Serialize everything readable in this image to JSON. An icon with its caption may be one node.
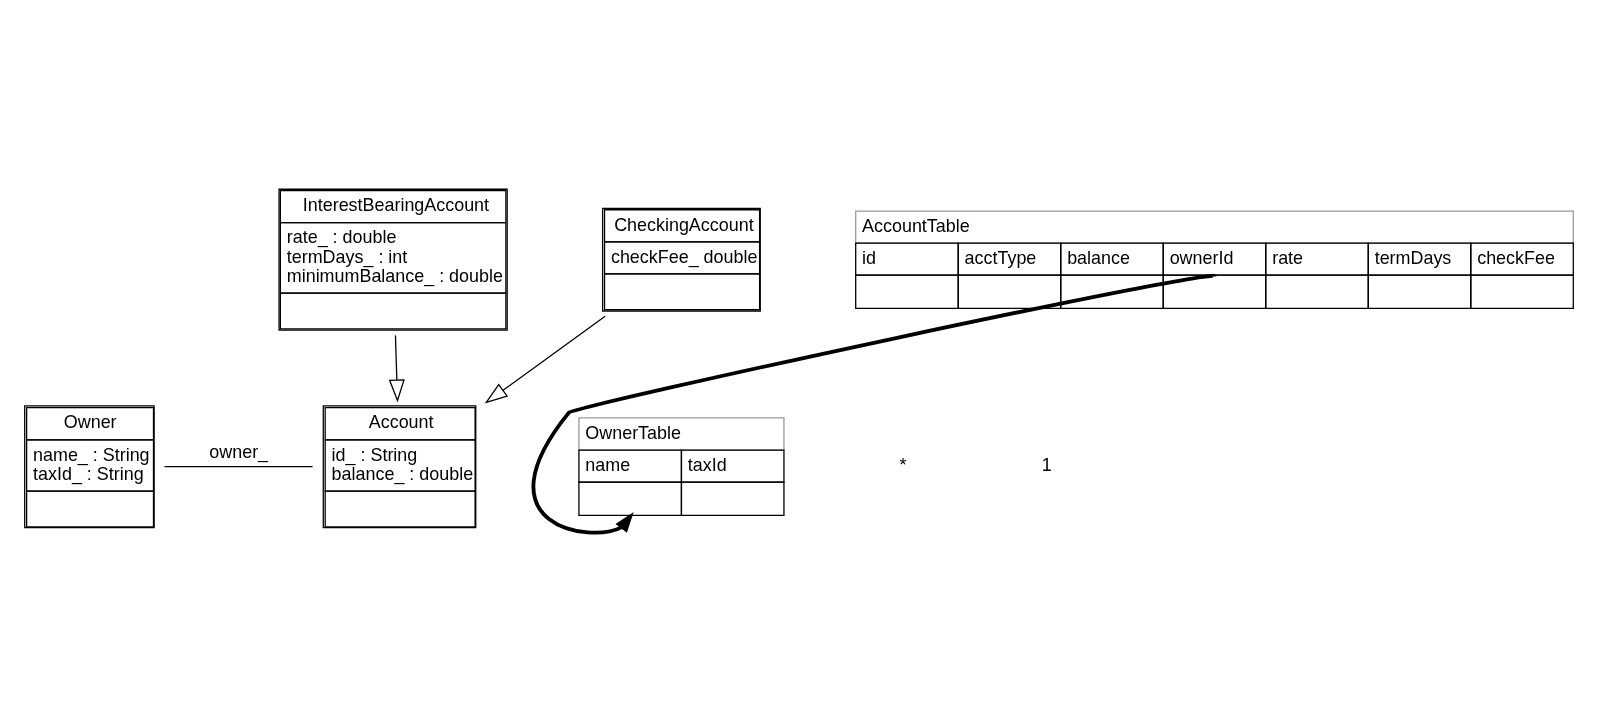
{
  "diagram": {
    "nodes": [
      {
        "text": [
          "Owner",
          "name_ : String",
          "taxId_ : String"
        ]
      },
      {
        "text": [
          "Account",
          "id_ : String",
          "balance_ : double"
        ]
      },
      {
        "text": [
          "InterestBearingAccount",
          "rate_ : double",
          "termDays_ : int",
          "minimumBalance_ : double"
        ]
      },
      {
        "text": [
          "CheckingAccount",
          "checkFee_ double"
        ]
      },
      {
        "text": [
          "OwnerTable",
          "name",
          "taxId"
        ]
      },
      {
        "text": [
          "AccountTable",
          "id",
          "acctType",
          "balance",
          "ownerId",
          "rate",
          "termDays",
          "checkFee"
        ]
      }
    ],
    "edges": [
      {
        "from": 0,
        "to": 1,
        "arrow": "none",
        "label": "owner_"
      },
      {
        "from": 2,
        "to": 1,
        "arrow": "to"
      },
      {
        "from": 3,
        "to": 1,
        "arrow": "to"
      },
      {
        "from": 5,
        "to": 4,
        "arrow": "to",
        "style": "thick"
      }
    ],
    "labels": [
      "1",
      "*"
    ]
  }
}
